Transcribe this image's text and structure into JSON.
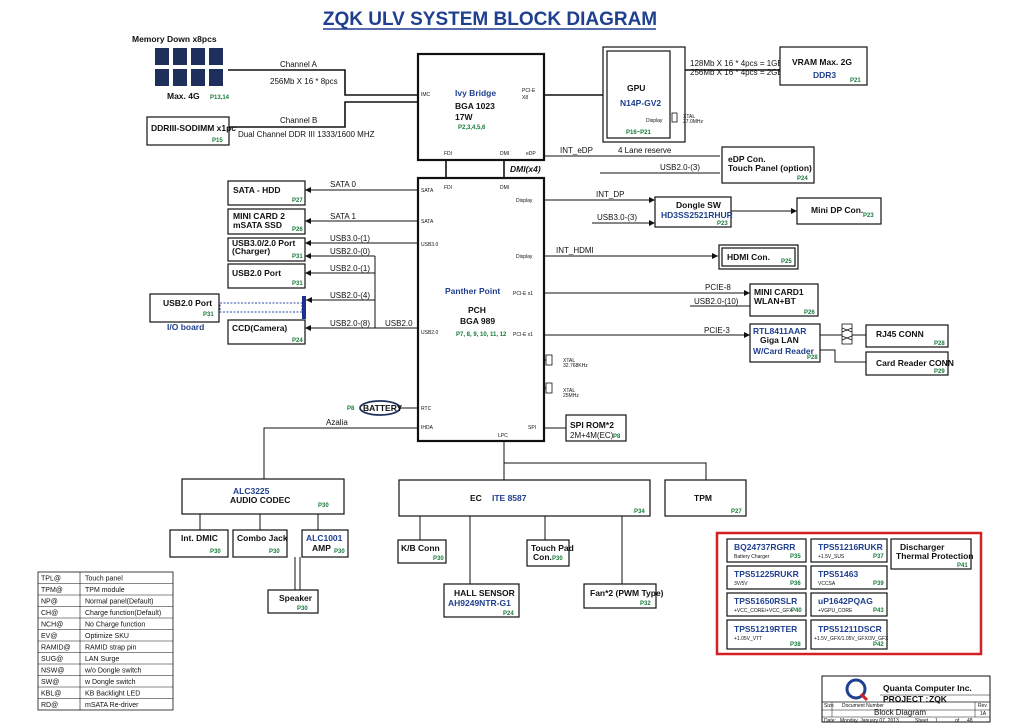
{
  "title": "ZQK ULV SYSTEM BLOCK DIAGRAM",
  "memory": {
    "label": "Memory Down x8pcs",
    "max": "Max. 4G",
    "page": "P13,14",
    "channel_a": "Channel A",
    "channel_a_desc": "256Mb X 16 * 8pcs",
    "channel_b": "Channel B",
    "channel_b_desc": "Dual Channel DDR III 1333/1600 MHZ",
    "sodimm": "DDRIII-SODIMM x1pc",
    "sodimm_page": "P15"
  },
  "cpu": {
    "name": "Ivy Bridge",
    "pkg": "BGA 1023",
    "tdp": "17W",
    "page": "P2,3,4,5,6",
    "imc": "IMC",
    "pcie": "PCI-E",
    "pcie_x": "X8",
    "fdi": "FDI",
    "dmi": "DMI",
    "edp": "eDP"
  },
  "gpu": {
    "name": "GPU",
    "model": "N14P-GV2",
    "page": "P16~P21",
    "display": "Display",
    "xtal": "XTAL",
    "xtal_freq": "27.0MHz",
    "mem1": "128Mb X 16 * 4pcs = 1GB",
    "mem2": "256Mb X 16 * 4pcs = 2GB"
  },
  "vram": {
    "label": "VRAM Max. 2G",
    "type": "DDR3",
    "page": "P21"
  },
  "edp_conn": {
    "int_edp": "INT_eDP",
    "lane": "4 Lane reserve",
    "usb": "USB2.0-(3)",
    "name": "eDP Con.",
    "touch": "Touch Panel (option)",
    "page": "P24"
  },
  "dmi_link": "DMI(x4)",
  "pch": {
    "name": "Panther Point",
    "pch": "PCH",
    "pkg": "BGA 989",
    "page": "P7, 8, 9, 10, 11, 12",
    "fdi": "FDI",
    "dmi": "DMI",
    "sata": "SATA",
    "sata2": "SATA",
    "usb30": "USB3.0",
    "usb20": "USB2.0",
    "display": "Display",
    "display2": "Display",
    "pcie1": "PCI-E x1",
    "pcie2": "PCI-E x1",
    "rtc": "RTC",
    "ihda": "IHDA",
    "lpc": "LPC",
    "spi": "SPI"
  },
  "sata_hdd": {
    "signal": "SATA 0",
    "name": "SATA - HDD",
    "page": "P27"
  },
  "mini_card2": {
    "signal": "SATA 1",
    "name": "MINI CARD 2",
    "name2": "mSATA SSD",
    "page": "P26"
  },
  "usb30_port": {
    "signal1": "USB3.0-(1)",
    "signal2": "USB2.0-(0)",
    "name": "USB3.0/2.0 Port",
    "name2": "(Charger)",
    "page": "P31"
  },
  "usb20_port": {
    "signal": "USB2.0-(1)",
    "name": "USB2.0 Port",
    "page": "P31"
  },
  "io_board": {
    "signal": "USB2.0-(4)",
    "name": "USB2.0 Port",
    "page": "P31",
    "label": "I/O board"
  },
  "ccd": {
    "signal": "USB2.0-(8)",
    "bus": "USB2.0",
    "name": "CCD(Camera)",
    "page": "P24"
  },
  "dongle": {
    "int_dp": "INT_DP",
    "usb": "USB3.0-(3)",
    "name": "Dongle SW",
    "chip": "HD3SS2521RHUR",
    "page": "P23"
  },
  "minidp": {
    "name": "Mini DP Con.",
    "page": "P23"
  },
  "hdmi": {
    "signal": "INT_HDMI",
    "name": "HDMI Con.",
    "page": "P25"
  },
  "mini_card1": {
    "signal1": "PCIE-8",
    "signal2": "USB2.0-(10)",
    "name": "MINI CARD1",
    "name2": "WLAN+BT",
    "page": "P26"
  },
  "lan": {
    "signal": "PCIE-3",
    "chip": "RTL8411AAR",
    "name": "Giga LAN",
    "sub": "W/Card Reader",
    "page": "P28"
  },
  "rj45": {
    "name": "RJ45 CONN",
    "page": "P28"
  },
  "card_reader": {
    "name": "Card Reader CONN",
    "page": "P29"
  },
  "pch_xtal1": {
    "label": "XTAL",
    "freq": "32.768KHz"
  },
  "pch_xtal2": {
    "label": "XTAL",
    "freq": "25MHz"
  },
  "battery": {
    "page": "P8",
    "name": "BATTERY"
  },
  "spi_rom": {
    "name": "SPI ROM*2",
    "size": "2M+4M(EC)",
    "page": "P8"
  },
  "azalia": "Azalia",
  "codec": {
    "chip": "ALC3225",
    "name": "AUDIO CODEC",
    "page": "P30"
  },
  "dmic": {
    "name": "Int. DMIC",
    "page": "P30"
  },
  "combo": {
    "name": "Combo Jack",
    "page": "P30"
  },
  "amp": {
    "chip": "ALC1001",
    "name": "AMP",
    "page": "P30"
  },
  "speaker": {
    "name": "Speaker",
    "page": "P30"
  },
  "ec": {
    "label": "EC",
    "chip": "ITE 8587",
    "page": "P34"
  },
  "tpm": {
    "name": "TPM",
    "page": "P27"
  },
  "kb": {
    "name": "K/B Conn",
    "page": "P30"
  },
  "touchpad": {
    "name": "Touch Pad",
    "name2": "Con.",
    "page": "P30"
  },
  "hall": {
    "name": "HALL SENSOR",
    "chip": "AH9249NTR-G1",
    "page": "P24"
  },
  "fan": {
    "name": "Fan*2 (PWM Type)",
    "page": "P32"
  },
  "power": [
    {
      "chip": "BQ24737RGRR",
      "desc": "Battery Charger",
      "page": "P35"
    },
    {
      "chip": "TPS51216RUKR",
      "desc": "+1.5V_SUS",
      "page": "P37"
    },
    {
      "chip": "TPS51225RUKR",
      "desc": "3V/5V",
      "page": "P36"
    },
    {
      "chip": "TPS51463",
      "desc": "VCCSA",
      "page": "P39"
    },
    {
      "chip": "TPS51650RSLR",
      "desc": "+VCC_CORE/+VCC_GFX",
      "page": "P40"
    },
    {
      "chip": "uP1642PQAG",
      "desc": "+VGPU_CORE",
      "page": "P43"
    },
    {
      "chip": "TPS51219RTER",
      "desc": "+1.05V_VTT",
      "page": "P38"
    },
    {
      "chip": "TPS51211DSCR",
      "desc": "+1.5V_GFX/1.05V_GFX/3V_GFX",
      "page": "P42"
    }
  ],
  "discharger": {
    "name": "Discharger",
    "name2": "Thermal Protection",
    "page": "P41"
  },
  "legend": [
    {
      "code": "TPL@",
      "desc": "Touch panel"
    },
    {
      "code": "TPM@",
      "desc": "TPM module"
    },
    {
      "code": "NP@",
      "desc": "Normal panel(Default)"
    },
    {
      "code": "CH@",
      "desc": "Charge function(Default)"
    },
    {
      "code": "NCH@",
      "desc": "No Charge function"
    },
    {
      "code": "EV@",
      "desc": "Optimize SKU"
    },
    {
      "code": "RAMID@",
      "desc": "RAMID strap pin"
    },
    {
      "code": "SUG@",
      "desc": "LAN Surge"
    },
    {
      "code": "NSW@",
      "desc": "w/o Dongle switch"
    },
    {
      "code": "SW@",
      "desc": "w Dongle switch"
    },
    {
      "code": "KBL@",
      "desc": "KB Backlight LED"
    },
    {
      "code": "RD@",
      "desc": "mSATA Re-driver"
    }
  ],
  "titleblock": {
    "company": "Quanta Computer Inc.",
    "project_label": "PROJECT :",
    "project": "ZQK",
    "sheet_title": "Block Diagram",
    "size_label": "Size",
    "doc_label": "Document Number",
    "rev_label": "Rev",
    "rev": "1A",
    "date_label": "Date:",
    "date": "Monday, January 07, 2013",
    "sheet_label": "Sheet",
    "sheet": "1",
    "of_label": "of",
    "sheets": "48"
  },
  "colors": {
    "accent_blue": "#1f3f8f",
    "page_green": "#177a3a",
    "power_red": "#d42020"
  }
}
